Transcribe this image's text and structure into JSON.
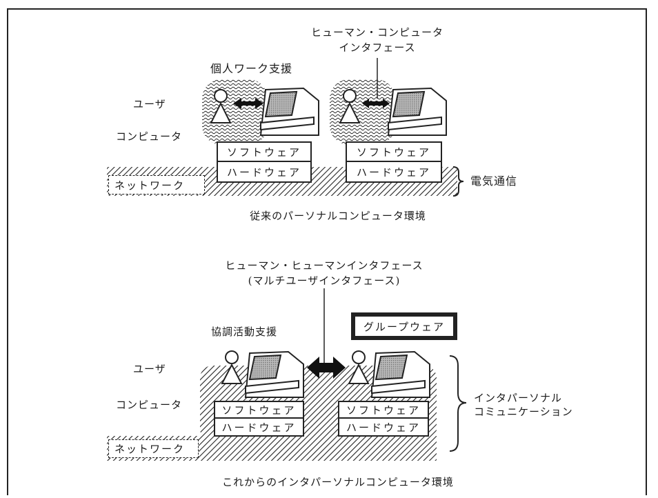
{
  "colors": {
    "ink": "#222222",
    "background": "#ffffff"
  },
  "top": {
    "interface_label_line1": "ヒューマン・コンピュータ",
    "interface_label_line2": "インタフェース",
    "support_label": "個人ワーク支援",
    "user_label": "ユーザ",
    "computer_label": "コンピュータ",
    "software": "ソフトウェア",
    "hardware": "ハードウェア",
    "network": "ネットワーク",
    "telecom_label": "電気通信",
    "caption": "従来のパーソナルコンピュータ環境"
  },
  "bottom": {
    "interface_label_line1": "ヒューマン・ヒューマンインタフェース",
    "interface_label_line2": "(マルチユーザインタフェース)",
    "support_label": "協調活動支援",
    "groupware": "グループウェア",
    "user_label": "ユーザ",
    "computer_label": "コンピュータ",
    "software": "ソフトウェア",
    "hardware": "ハードウェア",
    "network": "ネットワーク",
    "interpersonal_line1": "インタパーソナル",
    "interpersonal_line2": "コミュニケーション",
    "caption": "これからのインタパーソナルコンピュータ環境"
  }
}
